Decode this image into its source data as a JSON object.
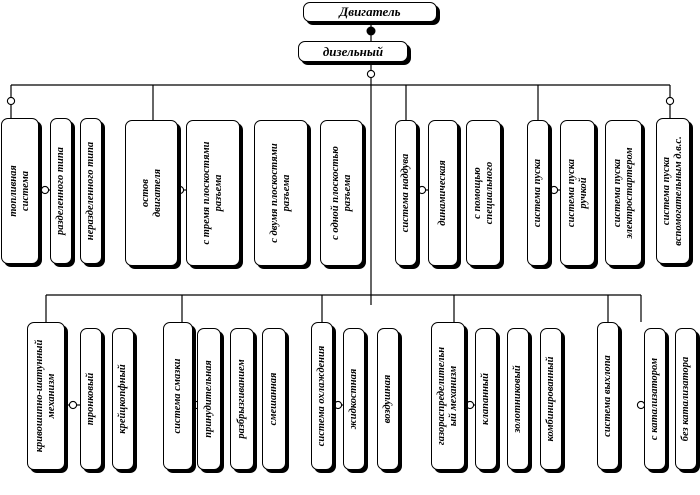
{
  "top": {
    "engine": "Двигатель",
    "diesel": "дизельный"
  },
  "row1": {
    "fuel": {
      "title": "топливная\nсистема",
      "items": [
        "разделенного типа",
        "неразделенного типа"
      ]
    },
    "frame": {
      "title": "остов\nдвигателя",
      "items": [
        "с тремя плоскостями\nразъема",
        "с двумя плоскостями\nразъема",
        "с одной плоскостью\nразъема"
      ]
    },
    "boost": {
      "title": "система наддува",
      "items": [
        "динамическая",
        "с помощью\nспециального"
      ]
    },
    "start": {
      "title": "система пуска",
      "items": [
        "система пуска\nручкой",
        "система пуска\nэлектростартером",
        "система пуска\nвспомогательным д.в.с."
      ]
    }
  },
  "row2": {
    "crank": {
      "title": "кривошипно-шатунный\nмеханизм",
      "items": [
        "тронковый",
        "крейцкопфный"
      ]
    },
    "lube": {
      "title": "система смазки",
      "items": [
        "принудительная",
        "разбрызгиванием",
        "смешанная"
      ]
    },
    "cool": {
      "title": "система охлаждения",
      "items": [
        "жидкостная",
        "воздушная"
      ]
    },
    "valve": {
      "title": "газораспределительн\nый механизм",
      "items": [
        "клапанный",
        "золотниковый",
        "комбинированный"
      ]
    },
    "exhaust": {
      "title": "система выхлопа",
      "items": [
        "с катализатором",
        "без катализатора"
      ]
    }
  }
}
